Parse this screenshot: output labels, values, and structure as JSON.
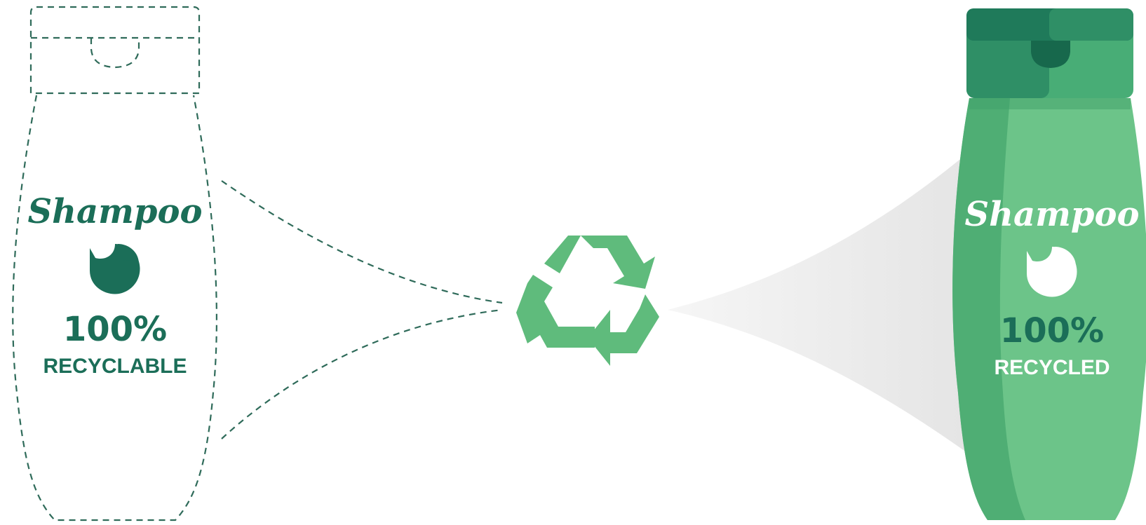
{
  "colors": {
    "outline": "#2f6b5a",
    "brand_dark": "#1b6e58",
    "bottle_green": "#6cc489",
    "bottle_shade": "#4fae74",
    "cap_dark": "#2f8f66",
    "cap_light": "#48ad76",
    "recycle_green": "#5fbb7c",
    "fan_gray": "#ececec"
  },
  "left_bottle": {
    "brand": "Shampoo",
    "percent": "100%",
    "label": "RECYCLABLE",
    "icon": "leaf-drop-icon"
  },
  "center": {
    "icon": "recycle-icon"
  },
  "right_bottle": {
    "brand": "Shampoo",
    "percent": "100%",
    "label": "RECYCLED",
    "icon": "leaf-drop-icon"
  }
}
